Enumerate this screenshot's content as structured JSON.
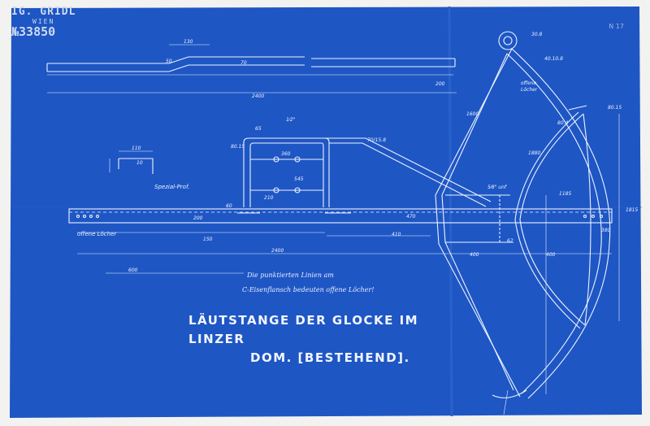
{
  "stamp": {
    "firm": "IG. GRIDL",
    "city": "WIEN",
    "number": "№33850"
  },
  "corner_mark": "N 17",
  "title": {
    "line1": "LÄUTSTANGE DER GLOCKE IM LINZER",
    "line2": "DOM. [BESTEHEND]."
  },
  "note": {
    "line1": "Die punktierten Linien am",
    "line2": "C-Eisenflansch bedeuten offene Löcher!"
  },
  "labels": {
    "spezial_profil": "Spezial-Prof.",
    "offene_locher_left": "offene Löcher",
    "offene_locher_right_1": "offene",
    "offene_locher_right_2": "Löcher"
  },
  "dimensions": {
    "top_130": "130",
    "top_50": "50",
    "top_70": "70",
    "top_2400": "2400",
    "top_200": "200",
    "prof_110": "110",
    "prof_10": "10",
    "d_65": "65",
    "d_1x": "1⁄2\"",
    "d_80_15": "80.15",
    "d_360": "360",
    "d_flach": "70/15.8",
    "d_545": "545",
    "d_210": "210",
    "d_60": "60",
    "d_200v": "200",
    "d_150": "150",
    "d_2400b": "2400",
    "d_410": "410",
    "d_470": "470",
    "d_600": "600",
    "d_400a": "400",
    "d_400b": "400",
    "d_62": "62",
    "r_30_8": "30.8",
    "r_80_15": "80.15",
    "r_40_10": "40.10.8",
    "r_1600": "1600",
    "r_1880": "1880",
    "r_1185": "1185",
    "r_1815": "1815",
    "r_380": "380",
    "r_80_4": "80.4",
    "r_bolt": "5⁄8\" unf"
  }
}
